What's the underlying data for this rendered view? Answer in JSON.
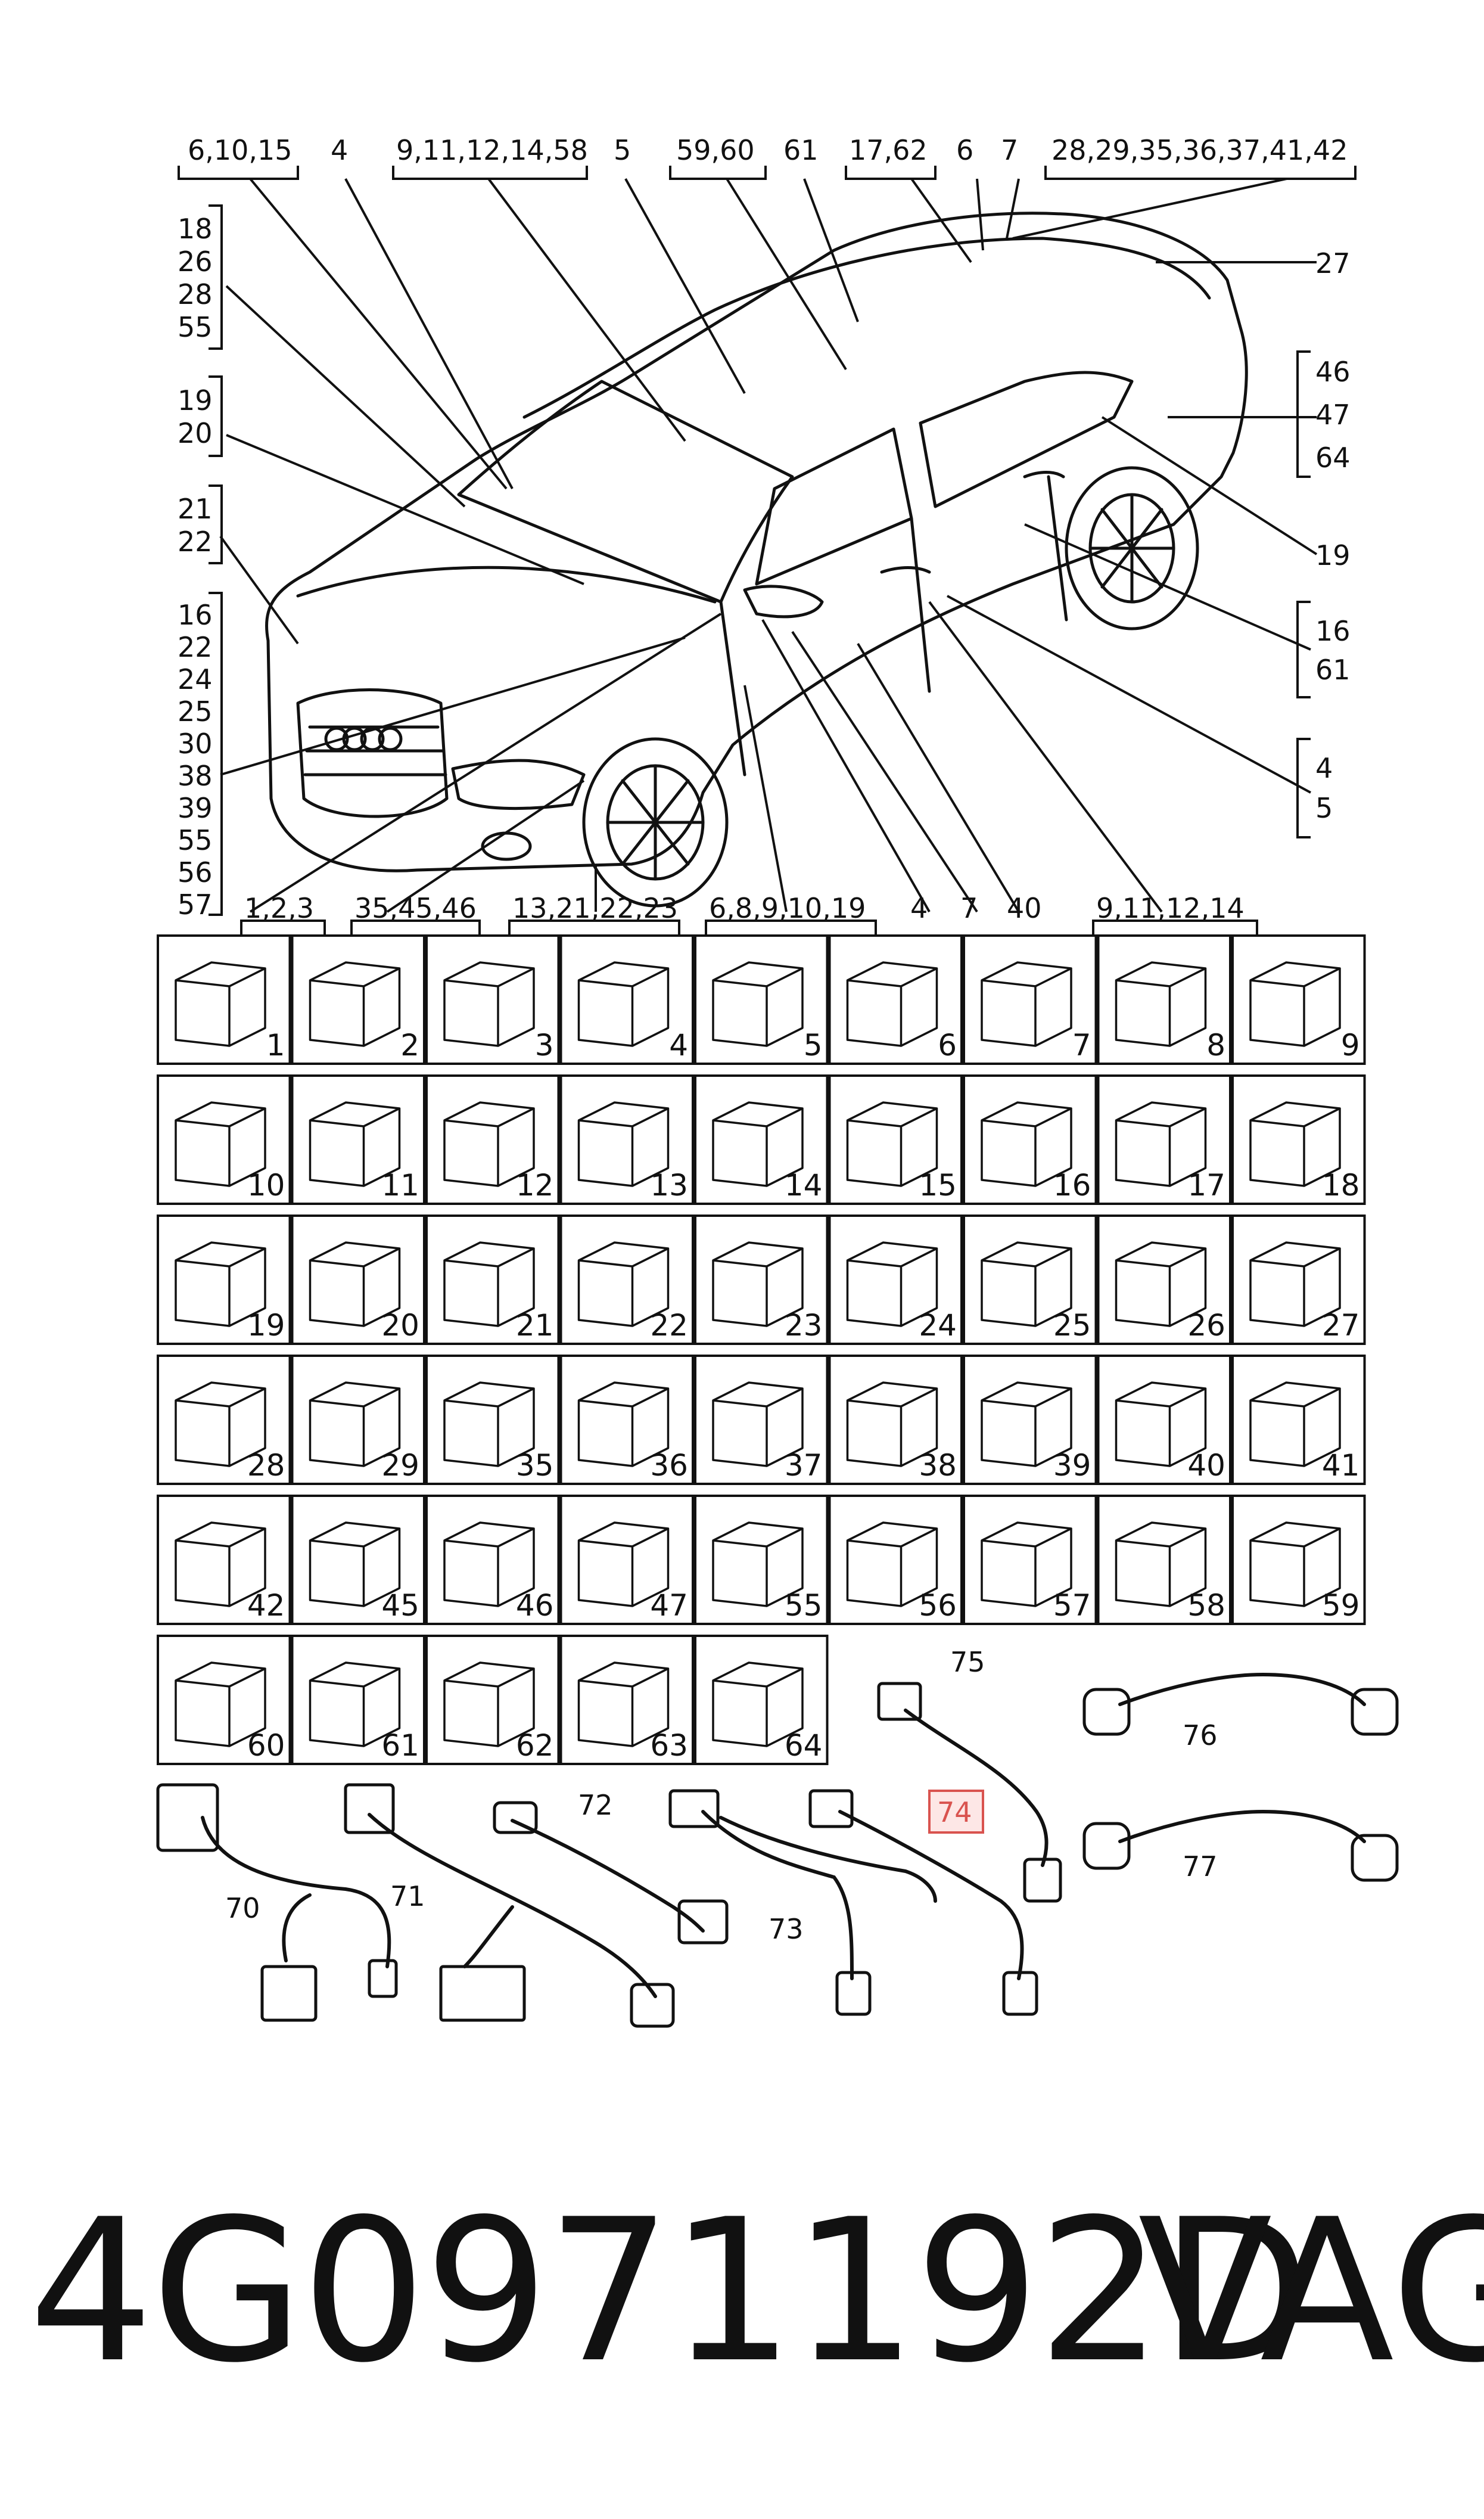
{
  "top_labels": [
    "6,10,15",
    "4",
    "9,11,12,14,58",
    "5",
    "59,60",
    "61",
    "17,62",
    "6",
    "7",
    "28,29,35,36,37,41,42"
  ],
  "left_groups": [
    [
      "18",
      "26",
      "28",
      "55"
    ],
    [
      "19",
      "20"
    ],
    [
      "21",
      "22"
    ],
    [
      "16",
      "22",
      "24",
      "25",
      "30",
      "38",
      "39",
      "55",
      "56",
      "57"
    ]
  ],
  "right_labels": {
    "r27": "27",
    "g_46": [
      "46",
      "47",
      "64"
    ],
    "r19": "19",
    "g_16": [
      "16",
      "61"
    ],
    "g_4": [
      "4",
      "5"
    ]
  },
  "bottom_labels": [
    "1,2,3",
    "35,45,46",
    "13,21,22,23",
    "6,8,9,10,19",
    "4",
    "7",
    "40",
    "9,11,12,14"
  ],
  "grid_rows": [
    [
      "1",
      "2",
      "3",
      "4",
      "5",
      "6",
      "7",
      "8",
      "9"
    ],
    [
      "10",
      "11",
      "12",
      "13",
      "14",
      "15",
      "16",
      "17",
      "18"
    ],
    [
      "19",
      "20",
      "21",
      "22",
      "23",
      "24",
      "25",
      "26",
      "27"
    ],
    [
      "28",
      "29",
      "35",
      "36",
      "37",
      "38",
      "39",
      "40",
      "41"
    ],
    [
      "42",
      "45",
      "46",
      "47",
      "55",
      "56",
      "57",
      "58",
      "59"
    ],
    [
      "60",
      "61",
      "62",
      "63",
      "64"
    ]
  ],
  "harness_labels": [
    "70",
    "71",
    "72",
    "73",
    "74",
    "75",
    "76",
    "77"
  ],
  "highlight_label": "74",
  "highlight_color": "#d9534f",
  "part_number": "4G0971192D",
  "brand": "VAG"
}
